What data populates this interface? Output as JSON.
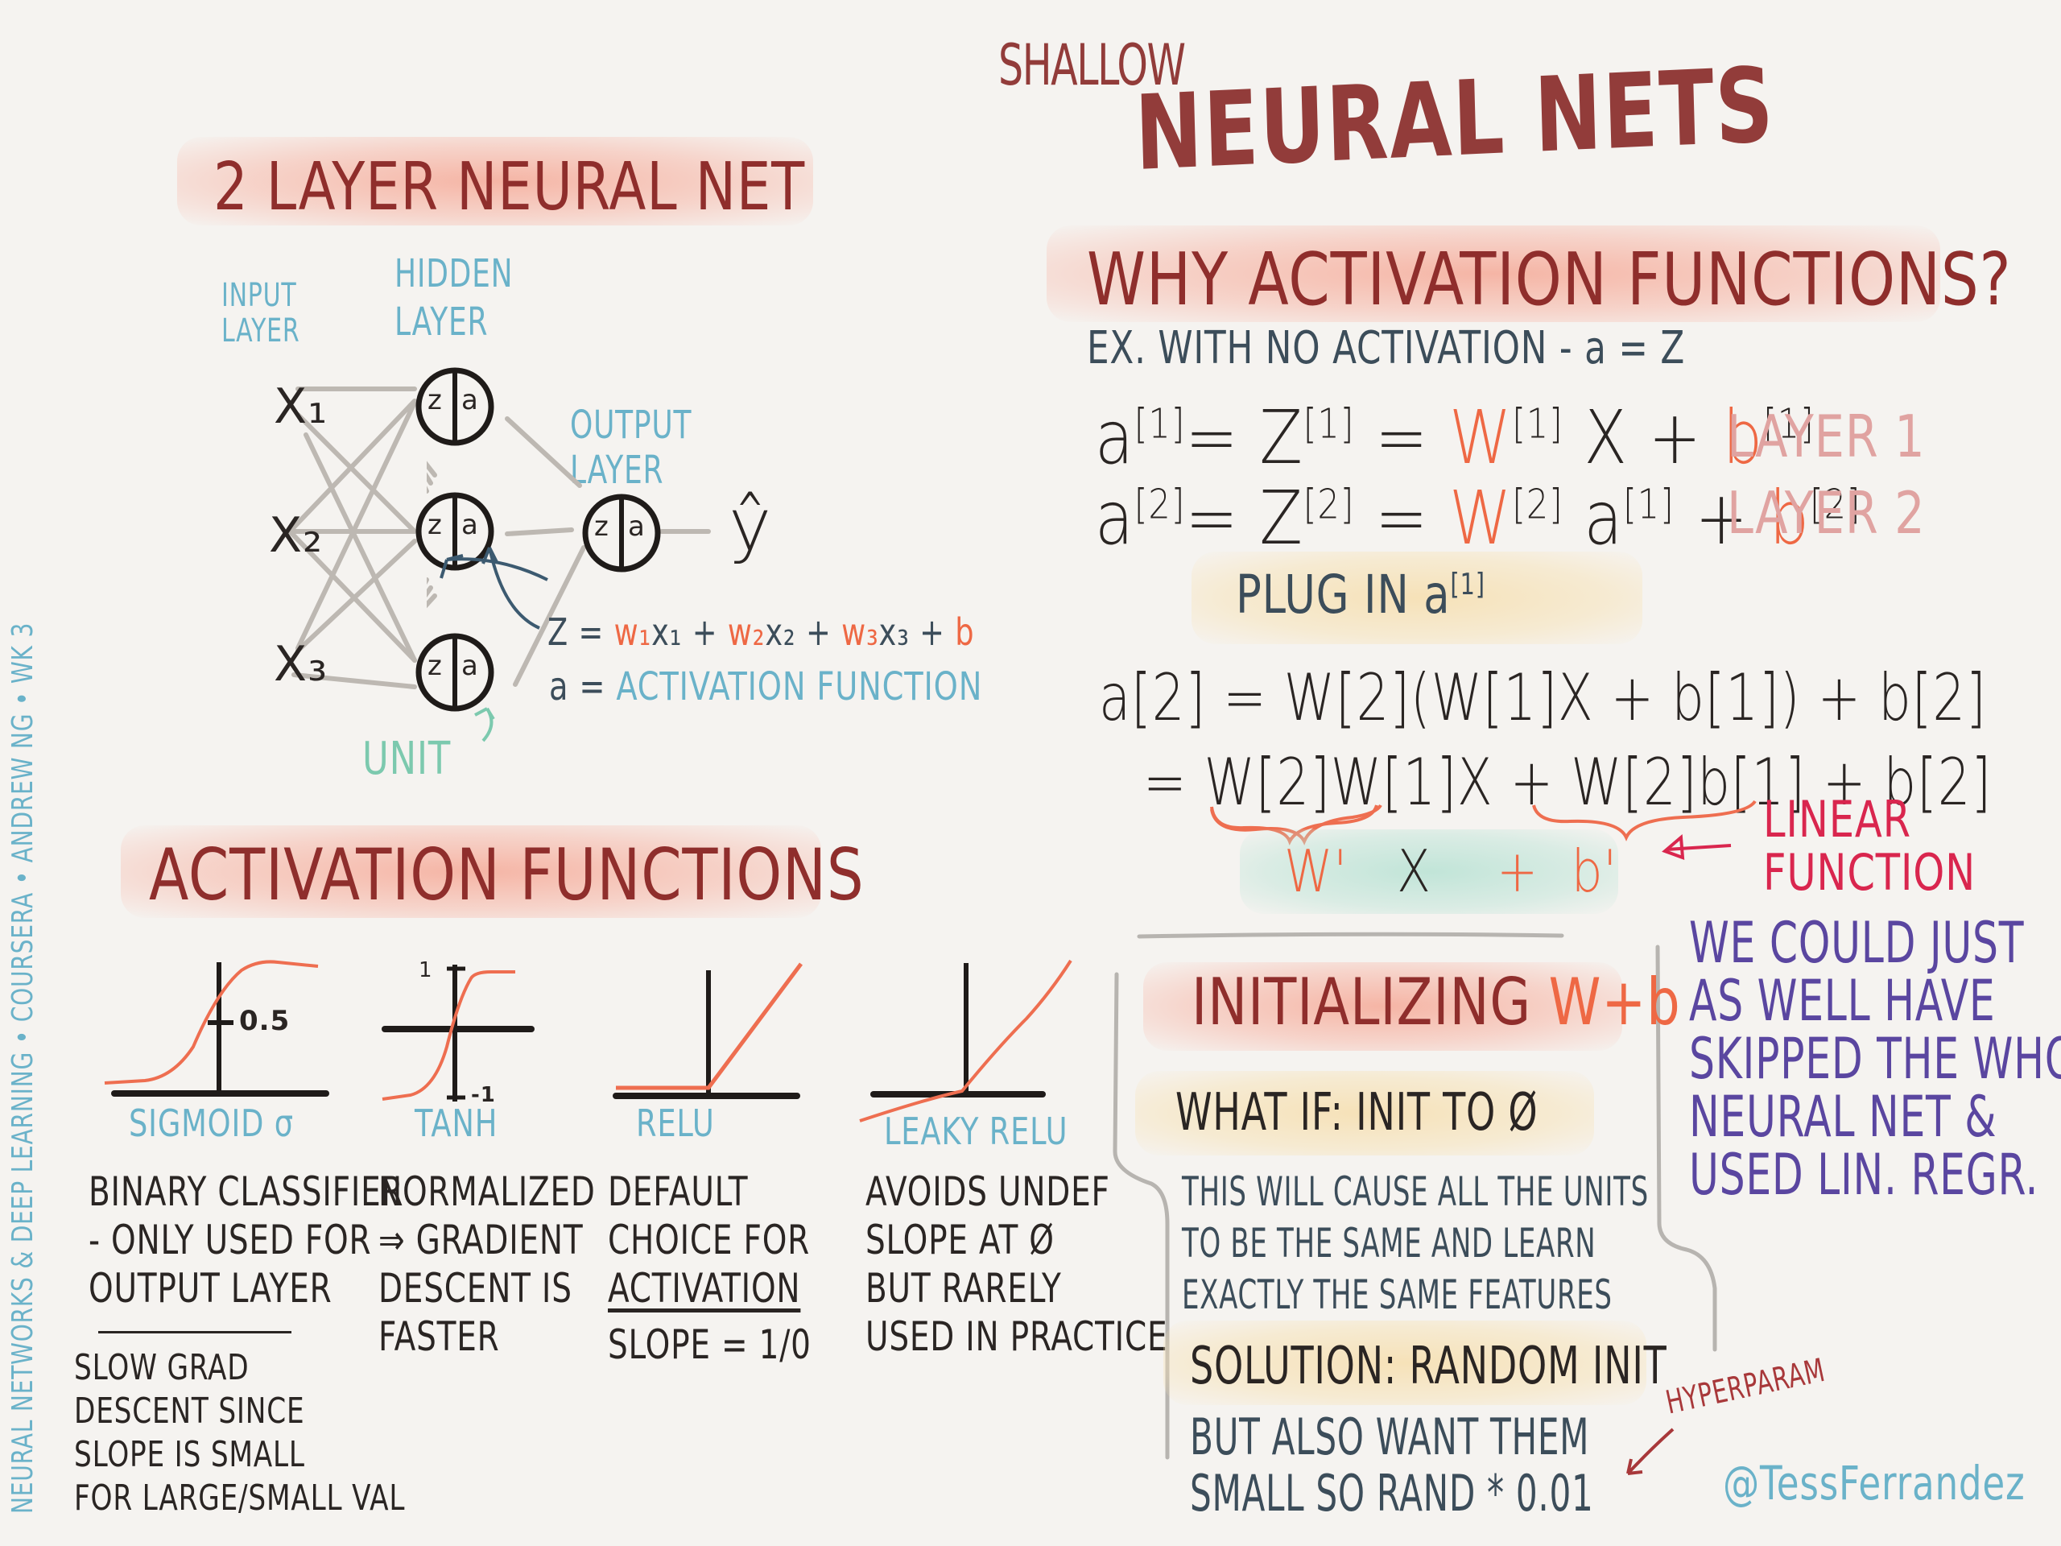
{
  "header": {
    "subtitle": "SHALLOW",
    "title": "NEURAL NETS"
  },
  "side_caption": "NEURAL NETWORKS & DEEP LEARNING • COURSERA • ANDREW NG • WK 3",
  "two_layer": {
    "title": "2 LAYER NEURAL NET",
    "input_label": [
      "INPUT",
      "LAYER"
    ],
    "hidden_label": [
      "HIDDEN",
      "LAYER"
    ],
    "output_label": [
      "OUTPUT",
      "LAYER"
    ],
    "inputs": [
      "X₁",
      "X₂",
      "X₃"
    ],
    "unit_z": "z",
    "unit_a": "a",
    "output_symbol": "ŷ",
    "z_formula": {
      "prefix": "Z =",
      "terms": [
        "w₁",
        "x₁ +",
        "w₂",
        "x₂ +",
        "w₃",
        "x₃ +",
        "b"
      ]
    },
    "a_formula": {
      "prefix": "a =",
      "text": "ACTIVATION FUNCTION"
    },
    "unit_label": "UNIT"
  },
  "activation_functions": {
    "title": "ACTIVATION FUNCTIONS",
    "functions": [
      {
        "name": "SIGMOID σ",
        "tick": "0.5",
        "notes": [
          "BINARY CLASSIFIER",
          "- ONLY USED FOR",
          "OUTPUT LAYER"
        ],
        "extra": [
          "SLOW GRAD",
          "DESCENT SINCE",
          "SLOPE IS SMALL",
          "FOR LARGE/SMALL VAL"
        ]
      },
      {
        "name": "TANH",
        "tick_top": "1",
        "tick_bottom": "-1",
        "notes": [
          "NORMALIZED",
          "⇒ GRADIENT",
          "DESCENT IS",
          "FASTER"
        ]
      },
      {
        "name": "RELU",
        "notes": [
          "DEFAULT",
          "CHOICE FOR",
          "ACTIVATION"
        ],
        "extra": [
          "SLOPE = 1/0"
        ]
      },
      {
        "name": "LEAKY RELU",
        "notes": [
          "AVOIDS UNDEF",
          "SLOPE AT Ø",
          "BUT RARELY",
          "USED IN PRACTICE"
        ]
      }
    ]
  },
  "why": {
    "title": "WHY ACTIVATION FUNCTIONS?",
    "example": "EX. WITH NO ACTIVATION - a = Z",
    "eq1": {
      "lhs": "a",
      "sup1": "[1]",
      "mid": "= Z",
      "sup2": "[1]",
      "eq": "=",
      "w": "W",
      "wsup": "[1]",
      "x": "X +",
      "b": "b",
      "bsup": "[1]"
    },
    "eq2": {
      "lhs": "a",
      "sup1": "[2]",
      "mid": "= Z",
      "sup2": "[2]",
      "eq": "=",
      "w": "W",
      "wsup": "[2]",
      "x": "a",
      "xsup": "[1]",
      "plus": "+",
      "b": "b",
      "bsup": "[2]"
    },
    "layer1": "LAYER 1",
    "layer2": "LAYER 2",
    "plug_in": "PLUG IN a",
    "plug_sup": "[1]",
    "expand1": "a[2] = W[2](W[1]X + b[1]) + b[2]",
    "expand2": "= W[2]W[1]X + W[2]b[1] + b[2]",
    "simplified": {
      "w": "W'",
      "x": "X",
      "plus": "+",
      "b": "b'"
    },
    "linear_label": [
      "LINEAR",
      "FUNCTION"
    ],
    "conclusion": [
      "WE COULD JUST",
      "AS WELL HAVE",
      "SKIPPED THE WHOLE",
      "NEURAL NET &",
      "USED LIN. REGR."
    ]
  },
  "init": {
    "title": "INITIALIZING",
    "title_wb": "W+b",
    "what_if": "WHAT IF: INIT TO Ø",
    "consequence": [
      "THIS WILL CAUSE ALL THE UNITS",
      "TO BE THE SAME AND LEARN",
      "EXACTLY THE SAME FEATURES"
    ],
    "solution": "SOLUTION: RANDOM INIT",
    "detail": [
      "BUT ALSO WANT THEM",
      "SMALL SO RAND * 0.01"
    ],
    "hyperparam": "HYPERPARAM"
  },
  "signature": "@TessFerrandez",
  "colors": {
    "background": "#f5f3f0",
    "title": "#923c3a",
    "label_blue": "#6ab2c9",
    "weight_orange": "#ee6844",
    "linear_red": "#d9264e",
    "conclusion_purple": "#5a46a0"
  }
}
